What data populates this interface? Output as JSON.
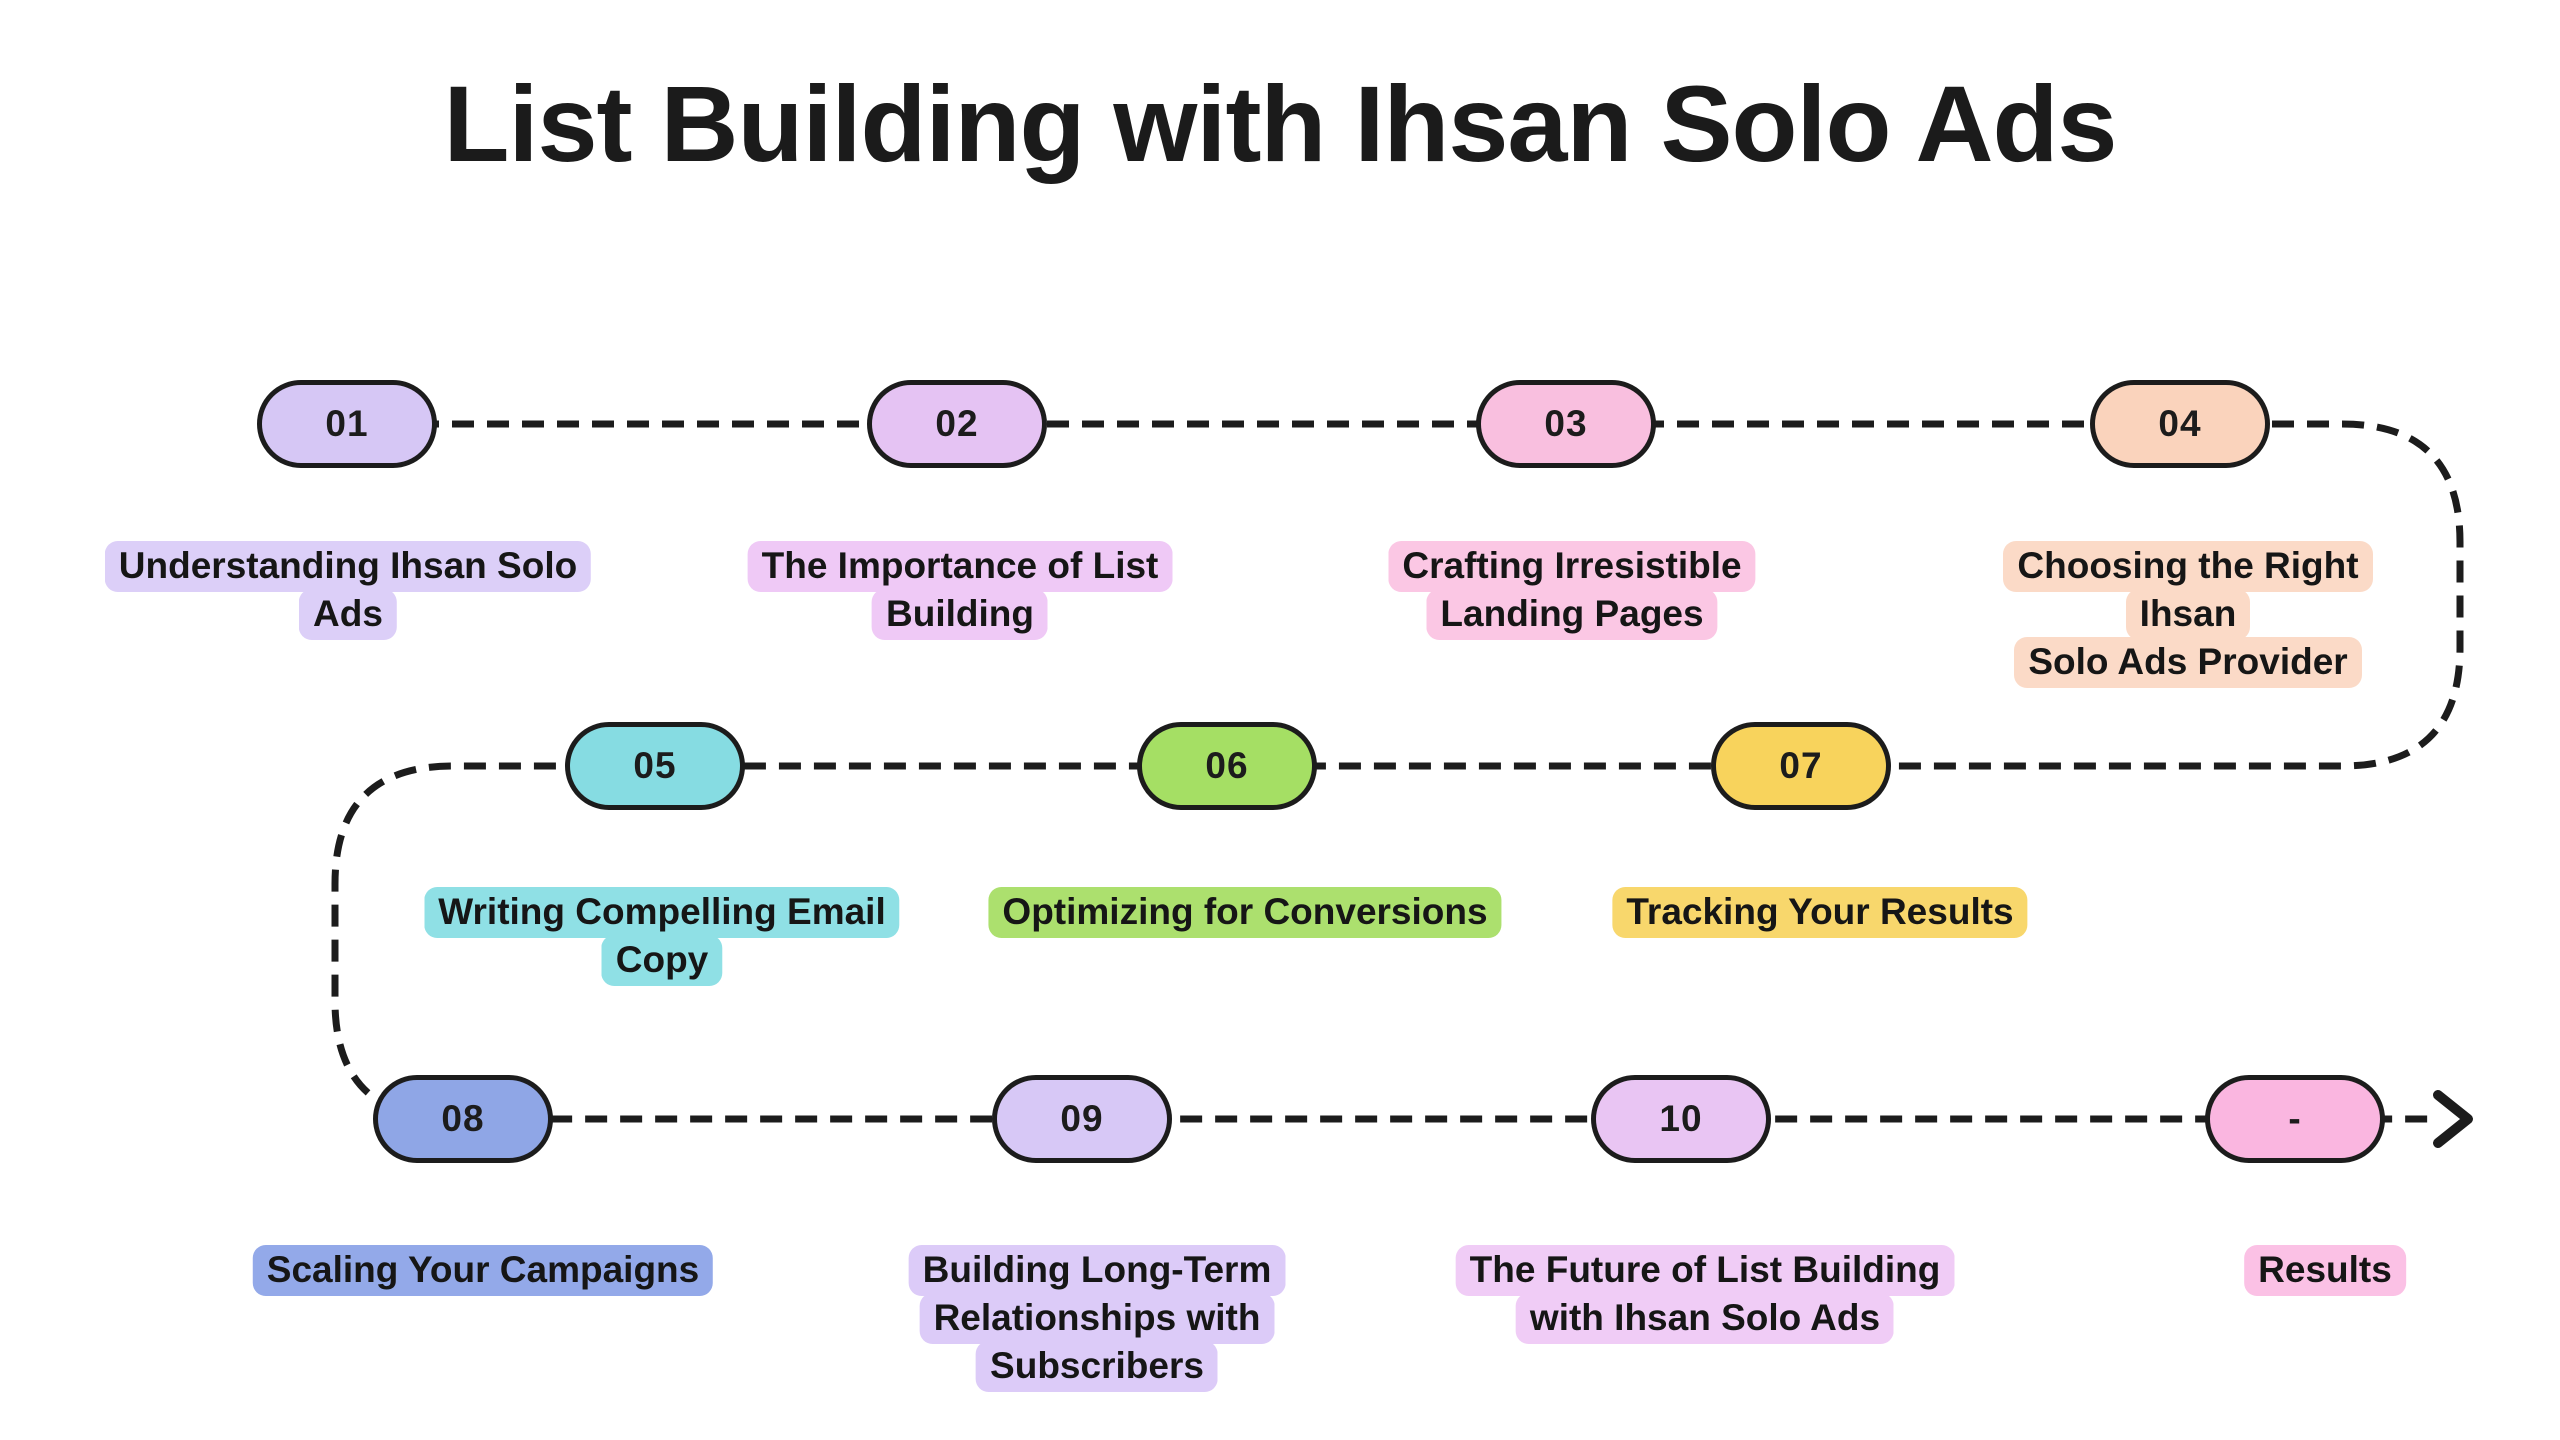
{
  "title": "List Building with Ihsan Solo Ads",
  "colors": {
    "background": "#FFFFFF",
    "line": "#1C1C1C",
    "text": "#1A1A1A"
  },
  "steps": [
    {
      "number": "01",
      "label": "Understanding Ihsan Solo\nAds",
      "pill_color": "#D6C7F5",
      "highlight_color": "#DCCFF8"
    },
    {
      "number": "02",
      "label": "The Importance of List\nBuilding",
      "pill_color": "#E5C3F3",
      "highlight_color": "#EFC9F6"
    },
    {
      "number": "03",
      "label": "Crafting Irresistible\nLanding Pages",
      "pill_color": "#F9BFDF",
      "highlight_color": "#FBC7E4"
    },
    {
      "number": "04",
      "label": "Choosing the Right Ihsan\nSolo Ads Provider",
      "pill_color": "#FAD3BC",
      "highlight_color": "#FBDAC7"
    },
    {
      "number": "05",
      "label": "Writing Compelling Email\nCopy",
      "pill_color": "#86DCE2",
      "highlight_color": "#8FE0E5"
    },
    {
      "number": "06",
      "label": "Optimizing for Conversions",
      "pill_color": "#A5DF64",
      "highlight_color": "#ACE06E"
    },
    {
      "number": "07",
      "label": "Tracking Your Results",
      "pill_color": "#F8D35C",
      "highlight_color": "#F8D76C"
    },
    {
      "number": "08",
      "label": "Scaling Your Campaigns",
      "pill_color": "#8FA6E6",
      "highlight_color": "#93A9E9"
    },
    {
      "number": "09",
      "label": "Building Long-Term\nRelationships with\nSubscribers",
      "pill_color": "#D7C8F6",
      "highlight_color": "#DCCBF8"
    },
    {
      "number": "10",
      "label": "The Future of List Building\nwith Ihsan Solo Ads",
      "pill_color": "#E9C5F3",
      "highlight_color": "#F0CCF6"
    },
    {
      "number": "-",
      "label": "Results",
      "pill_color": "#FAB6E0",
      "highlight_color": "#FBC1E5"
    }
  ]
}
